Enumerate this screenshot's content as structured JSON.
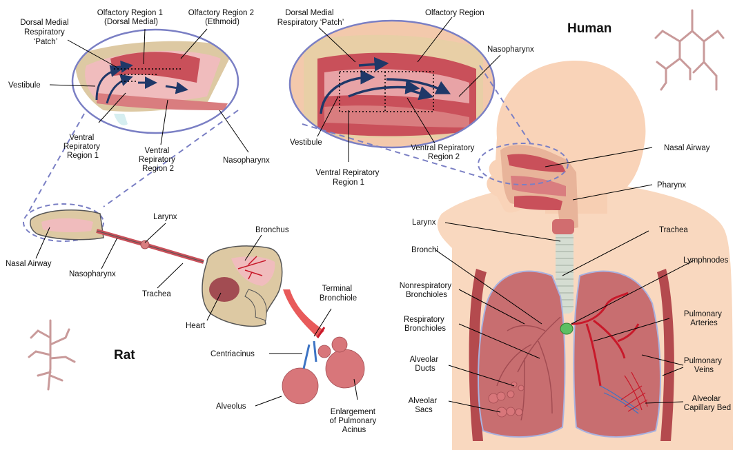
{
  "species": {
    "human": "Human",
    "rat": "Rat"
  },
  "rat_nose_inset": {
    "olfactory1": [
      "Olfactory Region 1",
      "(Dorsal Medial)"
    ],
    "olfactory2": [
      "Olfactory Region 2",
      "(Ethmoid)"
    ],
    "dorsal_patch": [
      "Dorsal Medial",
      "Respiratory",
      "‘Patch’"
    ],
    "vestibule": [
      "Vestibule"
    ],
    "ventral1": [
      "Ventral",
      "Repiratory",
      "Region 1"
    ],
    "ventral2": [
      "Ventral",
      "Repiratory",
      "Region 2"
    ],
    "nasopharynx": [
      "Nasopharynx"
    ]
  },
  "human_nose_inset": {
    "dorsal_patch": [
      "Dorsal Medial",
      "Respiratory ‘Patch’"
    ],
    "olfactory": [
      "Olfactory Region"
    ],
    "nasopharynx": [
      "Nasopharynx"
    ],
    "vestibule": [
      "Vestibule"
    ],
    "ventral1": [
      "Ventral Repiratory",
      "Region 1"
    ],
    "ventral2": [
      "Ventral Repiratory",
      "Region 2"
    ]
  },
  "rat_airway": {
    "nasal_airway": [
      "Nasal Airway"
    ],
    "nasopharynx": [
      "Nasopharynx"
    ],
    "larynx": [
      "Larynx"
    ],
    "trachea": [
      "Trachea"
    ],
    "bronchus": [
      "Bronchus"
    ],
    "heart": [
      "Heart"
    ],
    "terminal_bronchiole": [
      "Terminal",
      "Bronchiole"
    ],
    "centriacinus": [
      "Centriacinus"
    ],
    "alveolus": [
      "Alveolus"
    ],
    "acinus": [
      "Enlargement",
      "of Pulmonary",
      "Acinus"
    ]
  },
  "human_airway": {
    "nasal_airway": [
      "Nasal Airway"
    ],
    "pharynx": [
      "Pharynx"
    ],
    "larynx": [
      "Larynx"
    ],
    "trachea": [
      "Trachea"
    ],
    "bronchi": [
      "Bronchi"
    ],
    "lymphnodes": [
      "Lymphnodes"
    ],
    "nonresp": [
      "Nonrespiratory",
      "Bronchioles"
    ],
    "resp": [
      "Respiratory",
      "Bronchioles"
    ],
    "pulm_arteries": [
      "Pulmonary",
      "Arteries"
    ],
    "alv_ducts": [
      "Alveolar",
      "Ducts"
    ],
    "pulm_veins": [
      "Pulmonary",
      "Veins"
    ],
    "alv_sacs": [
      "Alveolar",
      "Sacs"
    ],
    "capillary_bed": [
      "Alveolar",
      "Capillary Bed"
    ]
  },
  "colors": {
    "skin": "#f7cfb3",
    "tissue": "#c9505a",
    "tissue_light": "#e8a3a6",
    "bone": "#e6cfa8",
    "rat_body": "#ddc9a3",
    "lung": "#c86e70",
    "inset_border": "#7a7fc4",
    "arrow": "#1f3868",
    "bronchial_tree": "#c99a9a",
    "artery": "#c8192a",
    "vein": "#3d74c4",
    "lymph": "#5cbf63"
  }
}
